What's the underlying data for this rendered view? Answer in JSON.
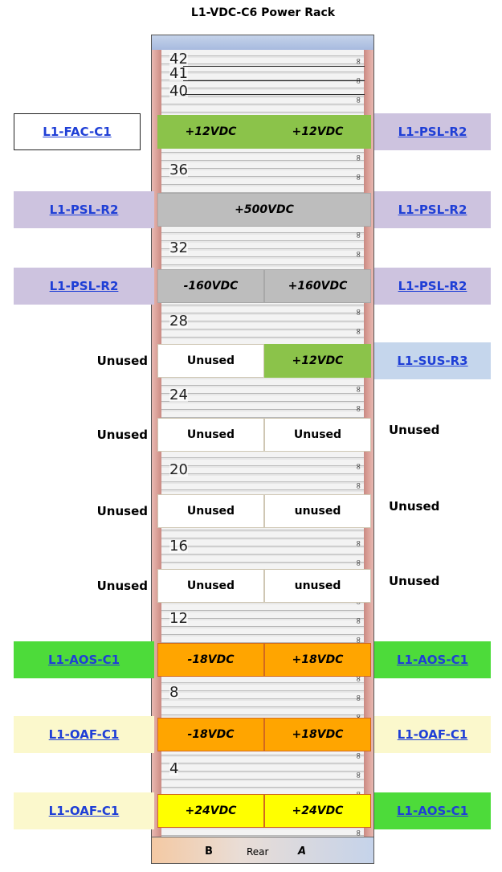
{
  "title": "L1-VDC-C6 Power Rack",
  "rack_units": [
    "42",
    "41",
    "40",
    "36",
    "32",
    "28",
    "24",
    "20",
    "16",
    "12",
    "8",
    "4"
  ],
  "rows": [
    {
      "left": {
        "text": "L1-FAC-C1",
        "link": true,
        "style": "boxed"
      },
      "modules": [
        {
          "text": "+12VDC",
          "color": "green"
        },
        {
          "text": "+12VDC",
          "color": "green"
        }
      ],
      "right": {
        "text": "L1-PSL-R2",
        "link": true,
        "style": "purple"
      }
    },
    {
      "left": {
        "text": "L1-PSL-R2",
        "link": true,
        "style": "purple"
      },
      "modules": [
        {
          "text": "+500VDC",
          "color": "gray"
        }
      ],
      "right": {
        "text": "L1-PSL-R2",
        "link": true,
        "style": "purple"
      }
    },
    {
      "left": {
        "text": "L1-PSL-R2",
        "link": true,
        "style": "purple"
      },
      "modules": [
        {
          "text": "-160VDC",
          "color": "gray"
        },
        {
          "text": "+160VDC",
          "color": "gray"
        }
      ],
      "right": {
        "text": "L1-PSL-R2",
        "link": true,
        "style": "purple"
      }
    },
    {
      "left": {
        "text": "Unused",
        "link": false,
        "style": "plain"
      },
      "modules": [
        {
          "text": "Unused",
          "color": "white"
        },
        {
          "text": "+12VDC",
          "color": "green"
        }
      ],
      "right": {
        "text": "L1-SUS-R3",
        "link": true,
        "style": "blue"
      }
    },
    {
      "left": {
        "text": "Unused",
        "link": false,
        "style": "plain"
      },
      "modules": [
        {
          "text": "Unused",
          "color": "white"
        },
        {
          "text": "Unused",
          "color": "white"
        }
      ],
      "right": {
        "text": "Unused",
        "link": false,
        "style": "plain"
      }
    },
    {
      "left": {
        "text": "Unused",
        "link": false,
        "style": "plain"
      },
      "modules": [
        {
          "text": "Unused",
          "color": "white"
        },
        {
          "text": "unused",
          "color": "white"
        }
      ],
      "right": {
        "text": "Unused",
        "link": false,
        "style": "plain"
      }
    },
    {
      "left": {
        "text": "Unused",
        "link": false,
        "style": "plain"
      },
      "modules": [
        {
          "text": "Unused",
          "color": "white"
        },
        {
          "text": "unused",
          "color": "white"
        }
      ],
      "right": {
        "text": "Unused",
        "link": false,
        "style": "plain"
      }
    },
    {
      "left": {
        "text": "L1-AOS-C1",
        "link": true,
        "style": "green"
      },
      "modules": [
        {
          "text": "-18VDC",
          "color": "orange"
        },
        {
          "text": "+18VDC",
          "color": "orange"
        }
      ],
      "right": {
        "text": "L1-AOS-C1",
        "link": true,
        "style": "green"
      }
    },
    {
      "left": {
        "text": "L1-OAF-C1",
        "link": true,
        "style": "cream"
      },
      "modules": [
        {
          "text": "-18VDC",
          "color": "orange"
        },
        {
          "text": "+18VDC",
          "color": "orange"
        }
      ],
      "right": {
        "text": "L1-OAF-C1",
        "link": true,
        "style": "cream"
      }
    },
    {
      "left": {
        "text": "L1-OAF-C1",
        "link": true,
        "style": "cream"
      },
      "modules": [
        {
          "text": "+24VDC",
          "color": "yellow"
        },
        {
          "text": "+24VDC",
          "color": "yellow"
        }
      ],
      "right": {
        "text": "L1-AOS-C1",
        "link": true,
        "style": "green"
      }
    }
  ],
  "footer": {
    "b": "B",
    "rear": "Rear",
    "a": "A"
  },
  "colors": {
    "green": "#8bc34a",
    "gray": "#bdbdbd",
    "orange": "#ffa500",
    "yellow": "#ffff00",
    "purple": "#cdc3df",
    "blue": "#c5d6ec",
    "bright_green": "#4ddb3a",
    "cream": "#fbf8cc",
    "link": "#1f3fd6"
  }
}
